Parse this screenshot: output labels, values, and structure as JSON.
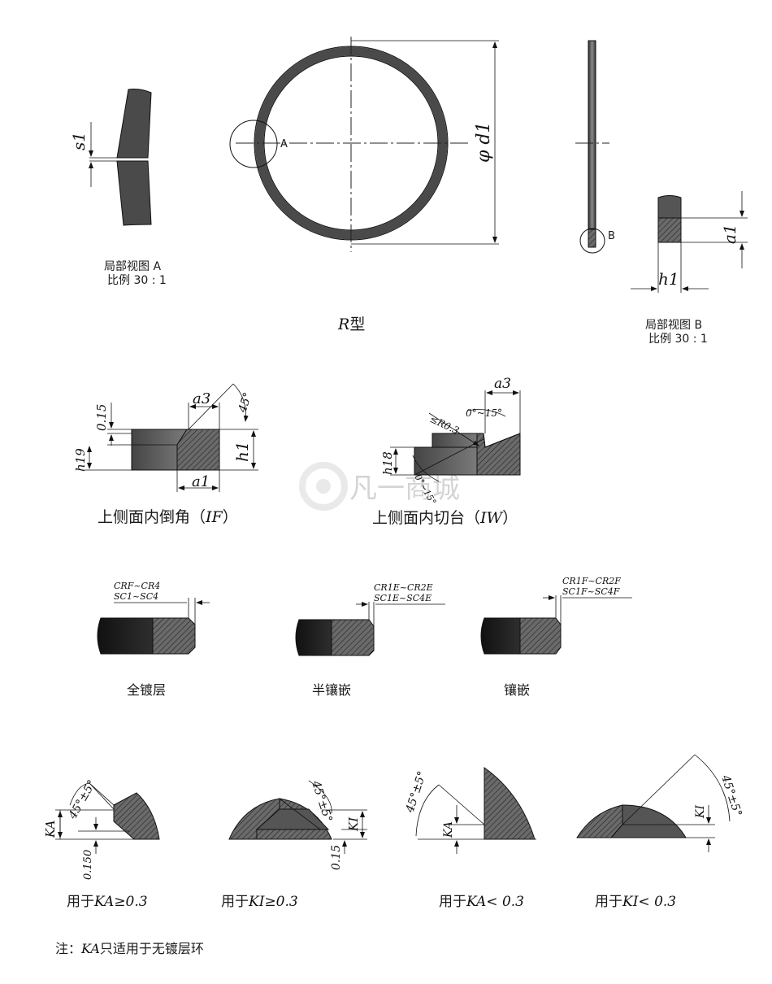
{
  "colors": {
    "ring": "#4a4a4a",
    "hatch_fill": "#5e5e5e",
    "dark_fill": "#2b2b2b",
    "line": "#111111"
  },
  "top": {
    "view_a_title": "局部视图 A",
    "view_a_scale": "比例 30 : 1",
    "s1": "s1",
    "marker_a": "A",
    "phi_d1": "φ d1",
    "marker_b": "B",
    "view_b_title": "局部视图 B",
    "view_b_scale": "比例 30 : 1",
    "a1": "a1",
    "h1": "h1",
    "type_prefix": "R",
    "type_suffix": "型"
  },
  "if_section": {
    "d015": "0.15",
    "a3": "a3",
    "angle": "45°",
    "h19": "h19",
    "h1": "h1",
    "a1": "a1",
    "caption_main": "上侧面内倒角",
    "caption_code": "IF"
  },
  "iw_section": {
    "a3": "a3",
    "radius": "≤R0.3",
    "angle_top": "0°~15°",
    "h18": "h18",
    "angle_bottom": "0°~15°",
    "caption_main": "上侧面内切台",
    "caption_code": "IW"
  },
  "coatings": [
    {
      "code1": "CRF~CR4",
      "code2": "SC1~SC4",
      "caption": "全镀层"
    },
    {
      "code1": "CR1E~CR2E",
      "code2": "SC1E~SC4E",
      "caption": "半镶嵌"
    },
    {
      "code1": "CR1F~CR2F",
      "code2": "SC1F~SC4F",
      "caption": "镶嵌"
    }
  ],
  "bottom": [
    {
      "angle": "45°±5°",
      "dim1": "KA",
      "dim2": "0.150",
      "caption_prefix": "用于",
      "caption_code": "KA",
      "caption_rel": "≥0.3"
    },
    {
      "angle": "45°±5°",
      "dim1": "KI",
      "dim2": "0.15",
      "caption_prefix": "用于",
      "caption_code": "KI",
      "caption_rel": "≥0.3"
    },
    {
      "angle": "45°±5°",
      "dim1": "KA",
      "dim2": "",
      "caption_prefix": "用于",
      "caption_code": "KA",
      "caption_rel": "< 0.3"
    },
    {
      "angle": "45°±5°",
      "dim1": "KI",
      "dim2": "",
      "caption_prefix": "用于",
      "caption_code": "KI",
      "caption_rel": "< 0.3"
    }
  ],
  "note": {
    "prefix": "注：",
    "code": "KA",
    "text": "只适用于无镀层环"
  },
  "watermark": "凡一商城"
}
